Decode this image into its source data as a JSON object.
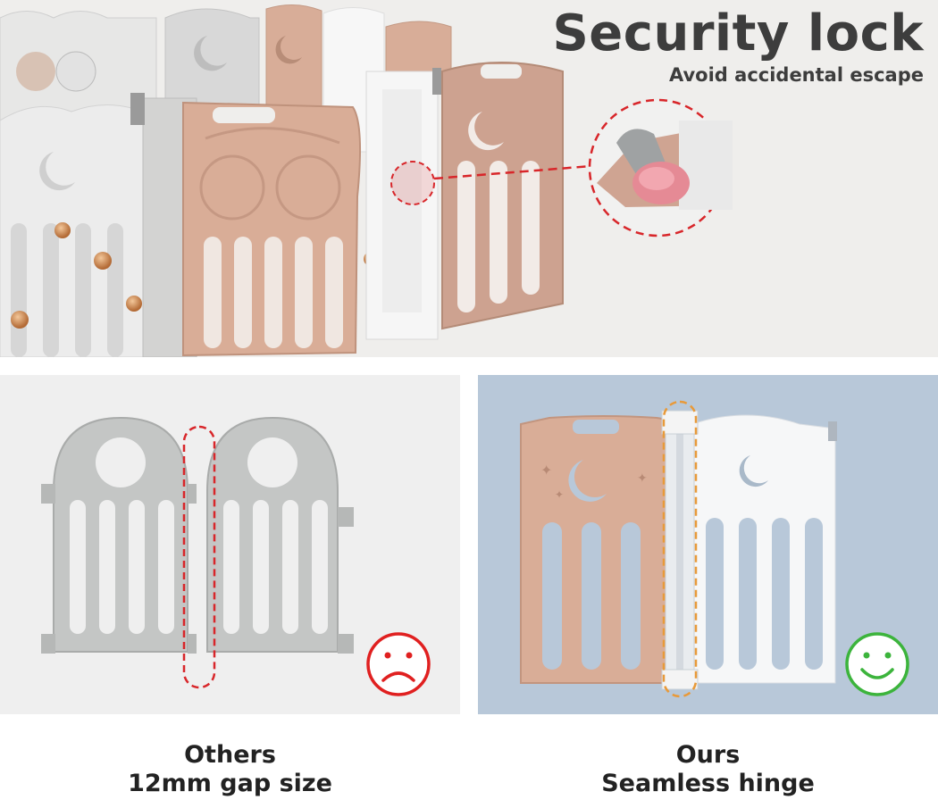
{
  "headline": {
    "title": "Security lock",
    "subtitle": "Avoid accidental escape"
  },
  "comparison": {
    "others": {
      "label": "Others",
      "detail": "12mm gap size",
      "verdict_icon": "sad-face-icon",
      "verdict_color": "#e02020"
    },
    "ours": {
      "label": "Ours",
      "detail": "Seamless hinge",
      "verdict_icon": "happy-face-icon",
      "verdict_color": "#3cb43c"
    }
  },
  "colors": {
    "panel_pink": "#d9ad97",
    "panel_white": "#f4f4f4",
    "panel_grey": "#c4c6c5",
    "highlight_red": "#d8262a",
    "highlight_orange": "#e89a3a",
    "ours_background": "#b8c8d9"
  }
}
